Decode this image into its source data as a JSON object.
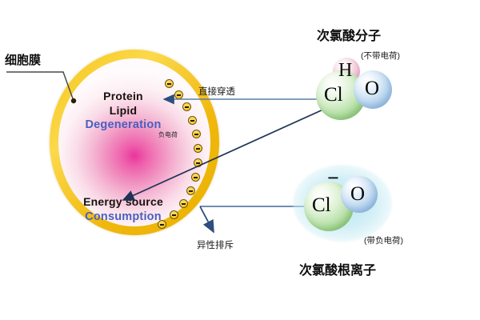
{
  "diagram": {
    "cell": {
      "membrane_label": "细胞膜",
      "negative_charge_label": "负电荷",
      "interior_top": {
        "line1": "Protein",
        "line2": "Lipid",
        "line3": "Degeneration"
      },
      "interior_bottom": {
        "line1": "Energy source",
        "line2": "Consumption"
      }
    },
    "arrows": {
      "penetrate_label": "直接穿透",
      "repulsion_label": "异性排斥"
    },
    "molecules": {
      "hypochlorous_acid": {
        "title": "次氯酸分子",
        "charge_note": "(不带电荷)",
        "atoms": {
          "cl": "Cl",
          "o": "O",
          "h": "H"
        }
      },
      "hypochlorite_ion": {
        "title": "次氯酸根离子",
        "charge_note": "(带负电荷)",
        "charge_sign": "−",
        "atoms": {
          "cl": "Cl",
          "o": "O"
        }
      }
    },
    "colors": {
      "membrane": "#f3c218",
      "cytoplasm_core": "#e8369a",
      "text_blue": "#4a5fbf",
      "arrow": "#27426b",
      "chlorine_sphere": "#a8dc96",
      "oxygen_sphere": "#aacfec",
      "hydrogen_sphere": "#f1c1d6",
      "ion_halo": "#b6e4ef"
    }
  }
}
